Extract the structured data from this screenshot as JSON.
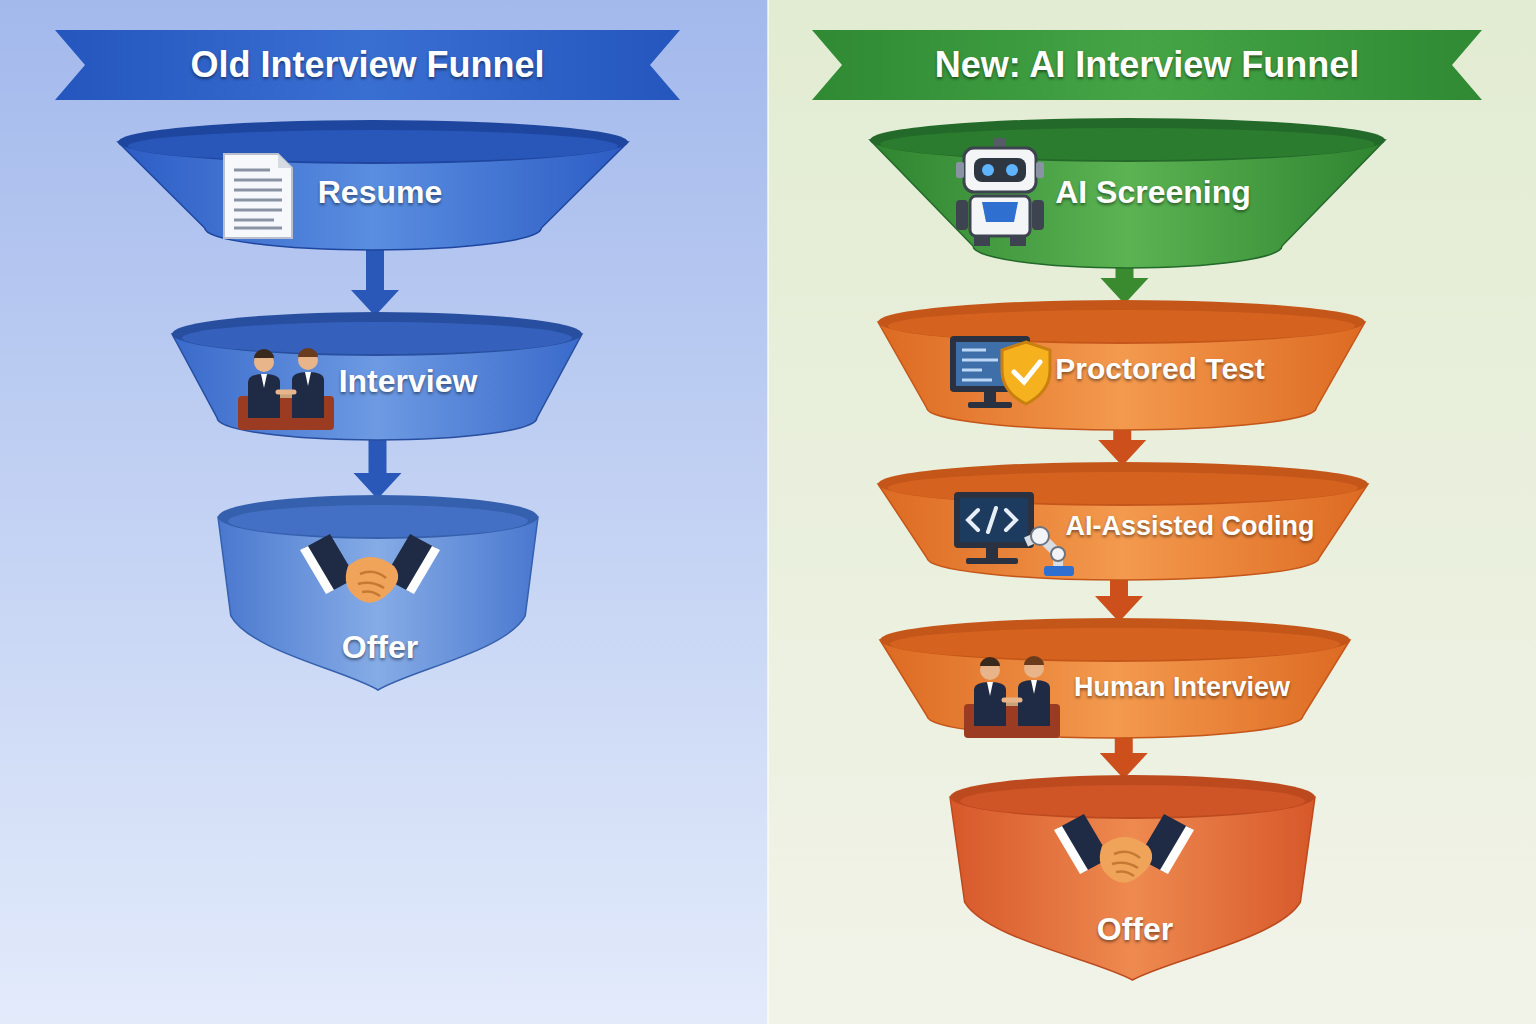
{
  "diagram": {
    "nodes": [
      {
        "text": [
          "Old Interview Funnel"
        ]
      },
      {
        "text": [
          "Resume"
        ]
      },
      {
        "text": [
          "Interview"
        ]
      },
      {
        "text": [
          "Offer"
        ]
      },
      {
        "text": [
          "New: AI Interview Funnel"
        ]
      },
      {
        "text": [
          "AI Screening"
        ]
      },
      {
        "text": [
          "Proctored Test"
        ]
      },
      {
        "text": [
          "AI-Assisted Coding"
        ]
      },
      {
        "text": [
          "Human Interview"
        ]
      },
      {
        "text": [
          "Offer"
        ]
      }
    ],
    "edges": [
      {
        "from": 1,
        "to": 2,
        "arrow": "to"
      },
      {
        "from": 2,
        "to": 3,
        "arrow": "to"
      },
      {
        "from": 5,
        "to": 6,
        "arrow": "to"
      },
      {
        "from": 6,
        "to": 7,
        "arrow": "to"
      },
      {
        "from": 7,
        "to": 8,
        "arrow": "to"
      },
      {
        "from": 8,
        "to": 9,
        "arrow": "to"
      }
    ]
  }
}
